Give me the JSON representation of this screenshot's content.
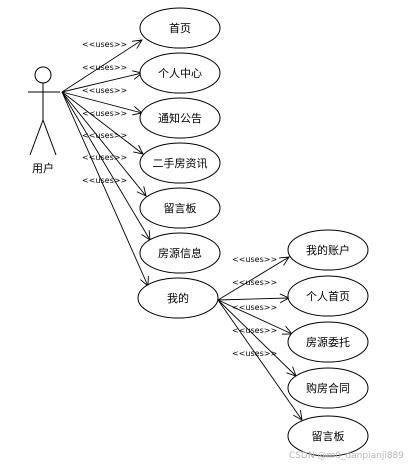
{
  "actor": {
    "label": "用户"
  },
  "stereotype": "<<uses>>",
  "use_cases": [
    {
      "id": "home",
      "label": "首页"
    },
    {
      "id": "personal-center",
      "label": "个人中心"
    },
    {
      "id": "notice",
      "label": "通知公告"
    },
    {
      "id": "second-hand-news",
      "label": "二手房资讯"
    },
    {
      "id": "message-board",
      "label": "留言板"
    },
    {
      "id": "house-info",
      "label": "房源信息"
    },
    {
      "id": "mine",
      "label": "我的"
    }
  ],
  "sub_use_cases": [
    {
      "id": "my-account",
      "label": "我的账户"
    },
    {
      "id": "personal-home",
      "label": "个人首页"
    },
    {
      "id": "house-entrust",
      "label": "房源委托"
    },
    {
      "id": "purchase-contract",
      "label": "购房合同"
    },
    {
      "id": "sub-message-board",
      "label": "留言板"
    }
  ],
  "watermark": "CSDN @m0_danpianji889"
}
